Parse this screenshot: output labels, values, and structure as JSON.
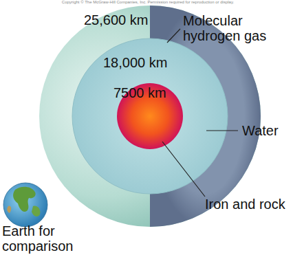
{
  "diagram": {
    "labels": [
      "Copyright © The McGraw-Hill Companies, Inc. Permission required for reproduction or display.",
      "25,600 km",
      "18,000 km",
      "7500 km",
      "Molecular hydrogen gas",
      "Water",
      "Iron and rock",
      "Earth for comparison"
    ]
  }
}
